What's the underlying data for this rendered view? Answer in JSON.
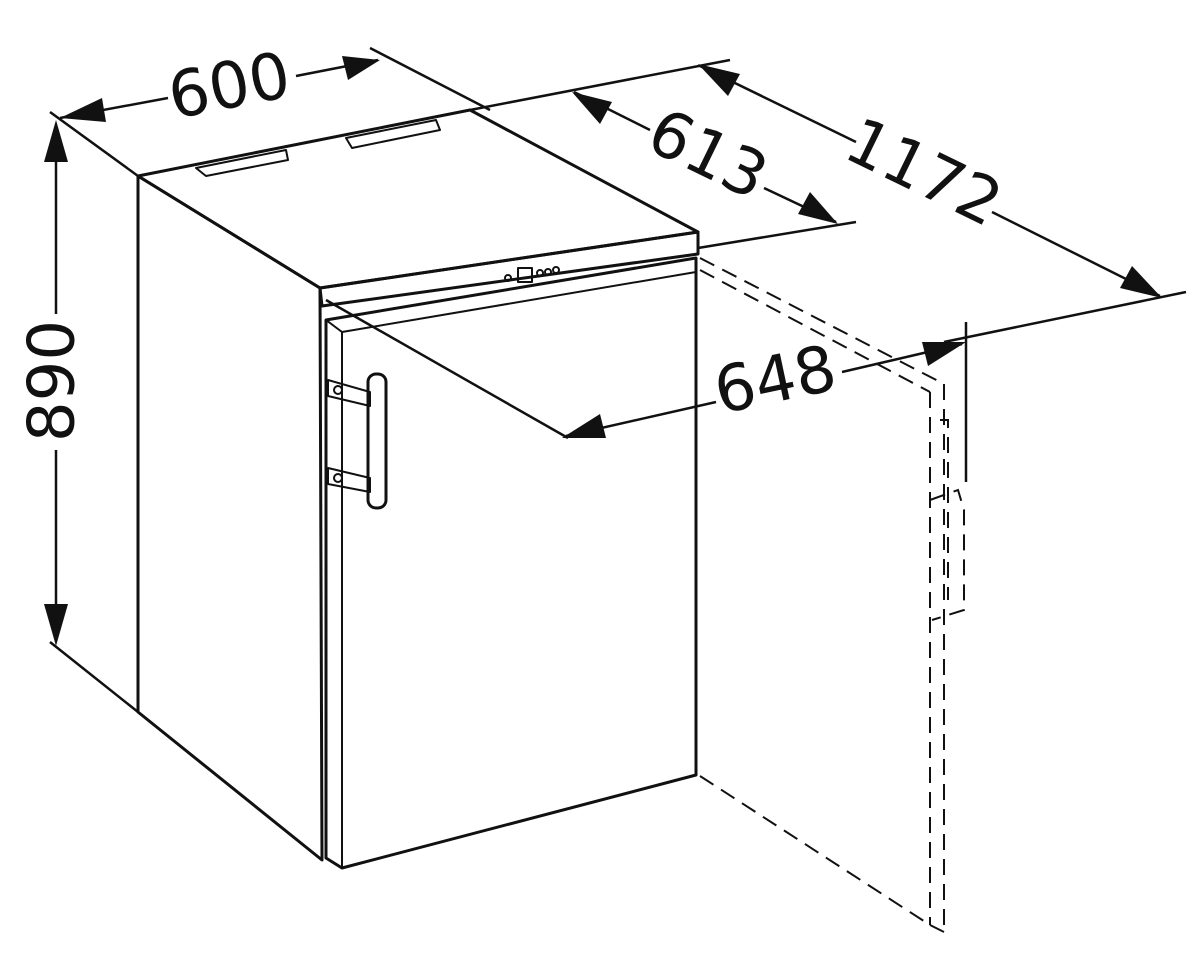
{
  "dimensions": {
    "width": "600",
    "height": "890",
    "depth_body": "613",
    "depth_door_open": "1172",
    "depth_with_handle": "648"
  },
  "colors": {
    "line": "#111111",
    "background": "#ffffff"
  }
}
